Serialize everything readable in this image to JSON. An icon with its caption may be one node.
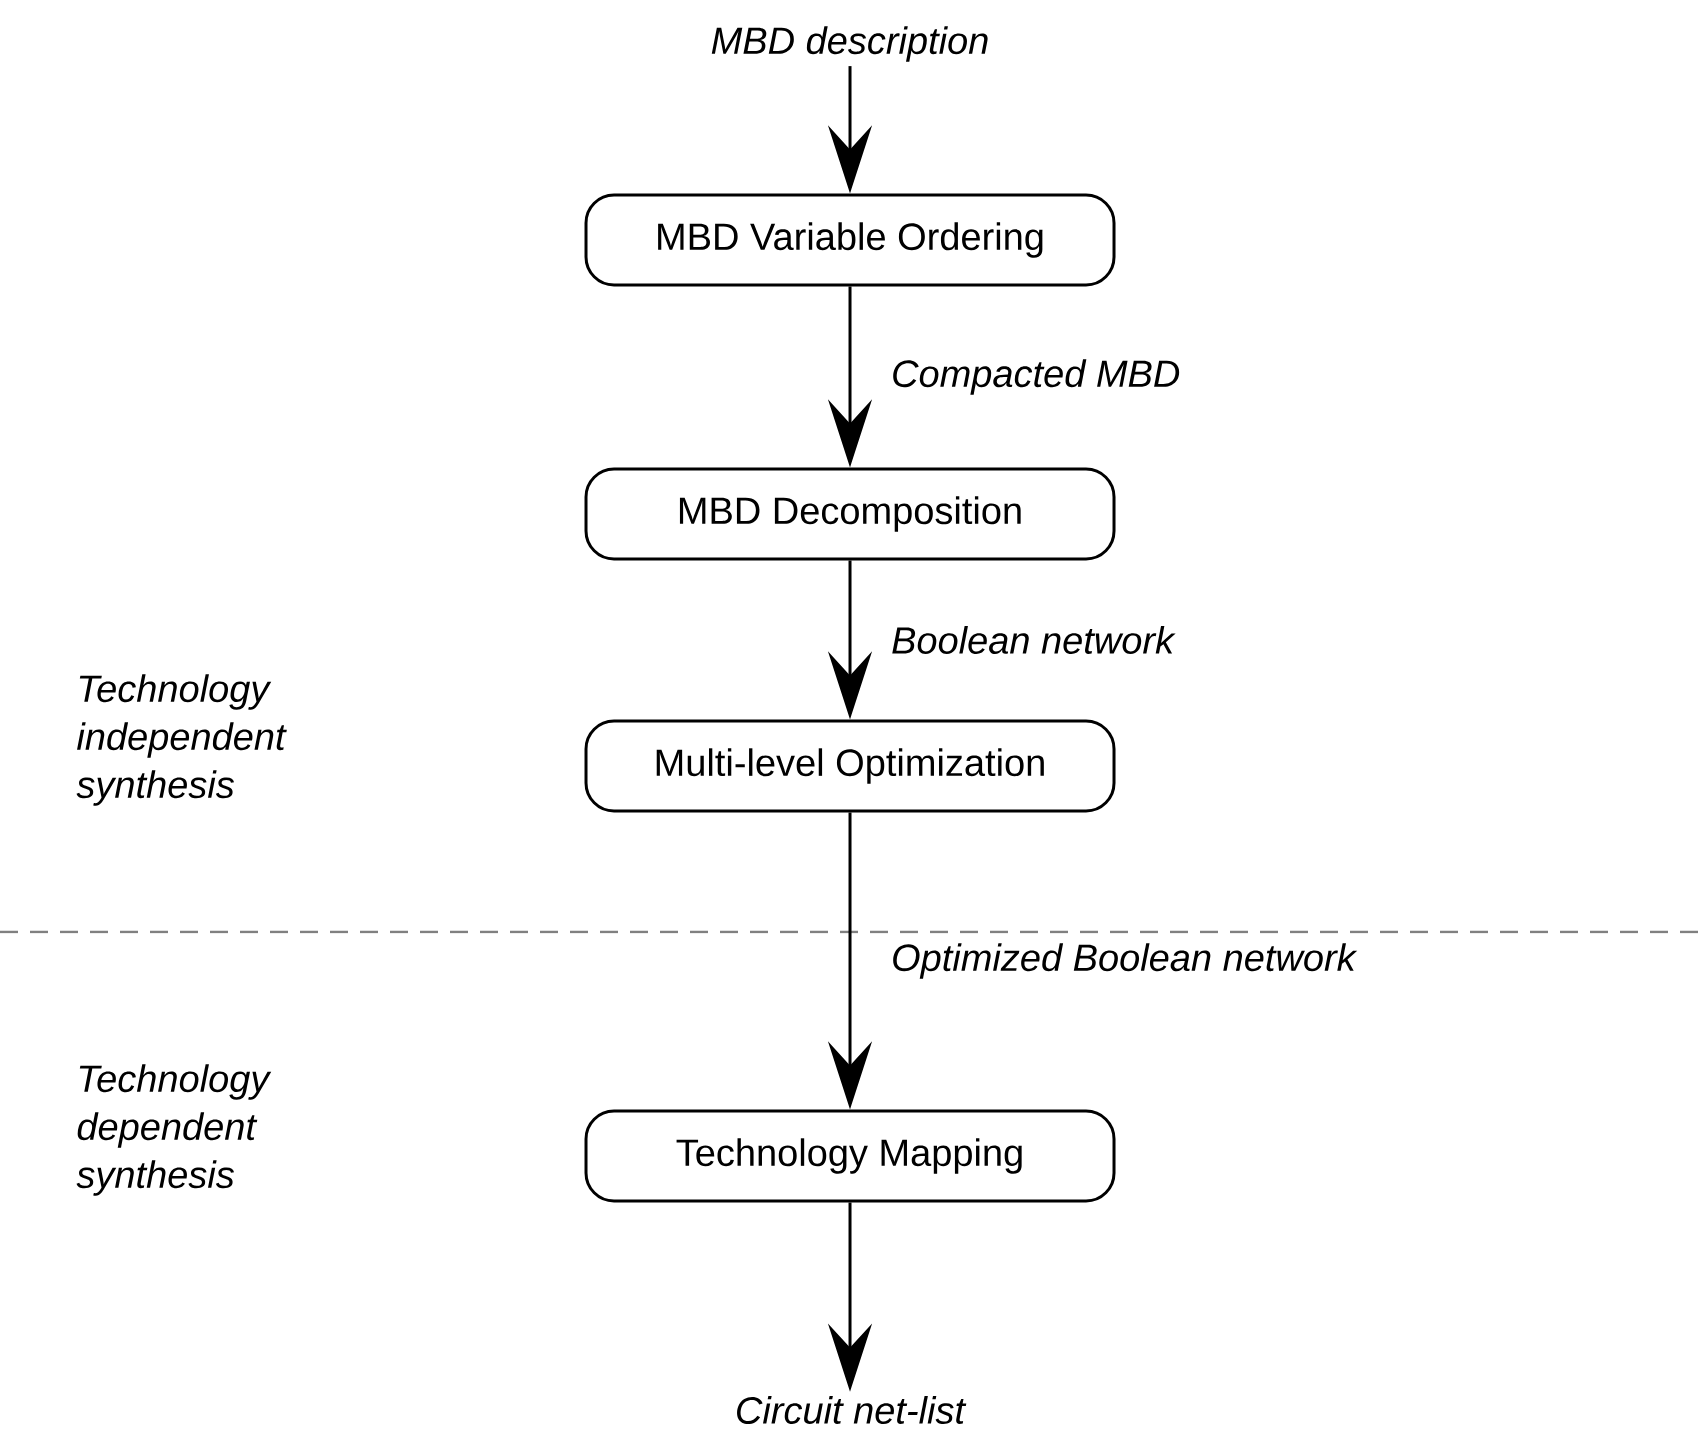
{
  "diagram": {
    "nodes": [
      {
        "text": [
          "MBD description"
        ]
      },
      {
        "text": [
          "MBD Variable Ordering"
        ]
      },
      {
        "text": [
          "MBD Decomposition"
        ]
      },
      {
        "text": [
          "Multi-level Optimization"
        ]
      },
      {
        "text": [
          "Technology Mapping"
        ]
      },
      {
        "text": [
          "Circuit net-list"
        ]
      }
    ],
    "edges": [
      {
        "from": 0,
        "to": 1,
        "arrow": "to"
      },
      {
        "from": 1,
        "to": 2,
        "arrow": "to",
        "label": "Compacted MBD"
      },
      {
        "from": 2,
        "to": 3,
        "arrow": "to",
        "label": "Boolean network"
      },
      {
        "from": 3,
        "to": 4,
        "arrow": "to",
        "label": "Optimized Boolean network"
      },
      {
        "from": 4,
        "to": 5,
        "arrow": "to"
      }
    ],
    "labels": [
      "Technology independent synthesis",
      "Technology dependent synthesis"
    ]
  }
}
